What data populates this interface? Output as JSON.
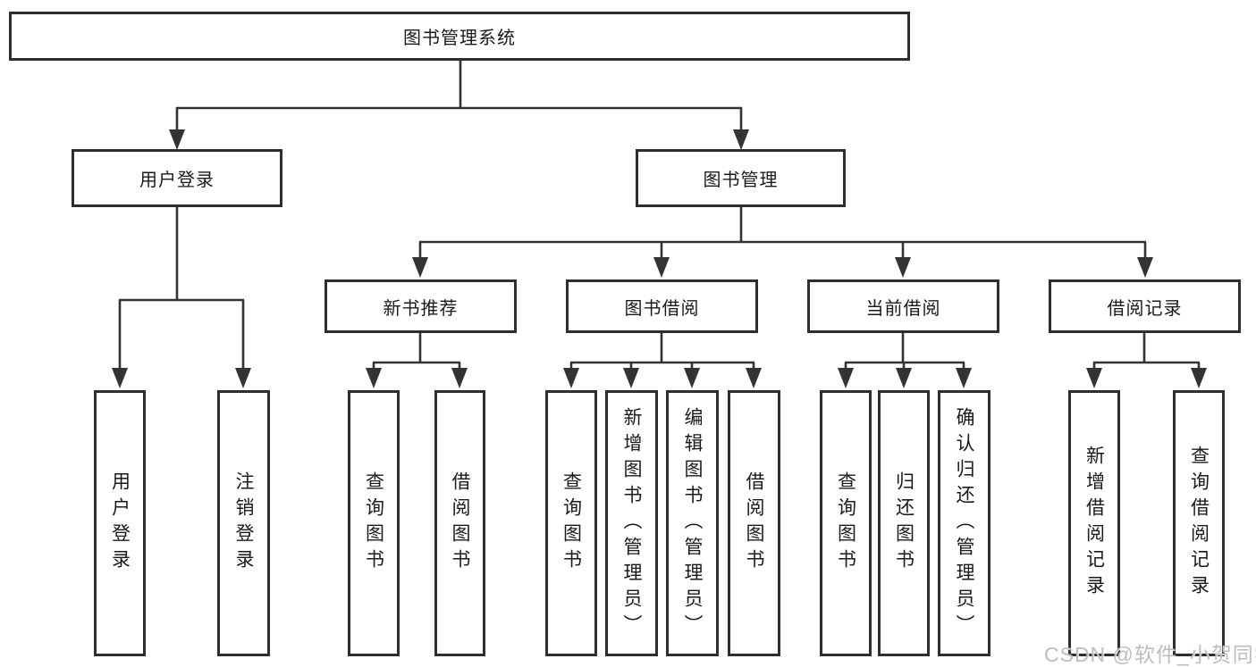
{
  "tree": {
    "root": {
      "label": "图书管理系统"
    },
    "children": [
      {
        "label": "用户登录",
        "children": [
          {
            "label": "用户登录"
          },
          {
            "label": "注销登录"
          }
        ]
      },
      {
        "label": "图书管理",
        "children": [
          {
            "label": "新书推荐",
            "children": [
              {
                "label": "查询图书"
              },
              {
                "label": "借阅图书"
              }
            ]
          },
          {
            "label": "图书借阅",
            "children": [
              {
                "label": "查询图书"
              },
              {
                "label": "新增图书（管理员）"
              },
              {
                "label": "编辑图书（管理员）"
              },
              {
                "label": "借阅图书"
              }
            ]
          },
          {
            "label": "当前借阅",
            "children": [
              {
                "label": "查询图书"
              },
              {
                "label": "归还图书"
              },
              {
                "label": "确认归还（管理员）"
              }
            ]
          },
          {
            "label": "借阅记录",
            "children": [
              {
                "label": "新增借阅记录"
              },
              {
                "label": "查询借阅记录"
              }
            ]
          }
        ]
      }
    ]
  },
  "watermark": "CSDN @软件_小贺同学",
  "colors": {
    "background": "#ffffff",
    "line": "#333333",
    "box_border": "#2e2e2e",
    "text": "#1a1a1a",
    "watermark": "#bdbdbd"
  }
}
